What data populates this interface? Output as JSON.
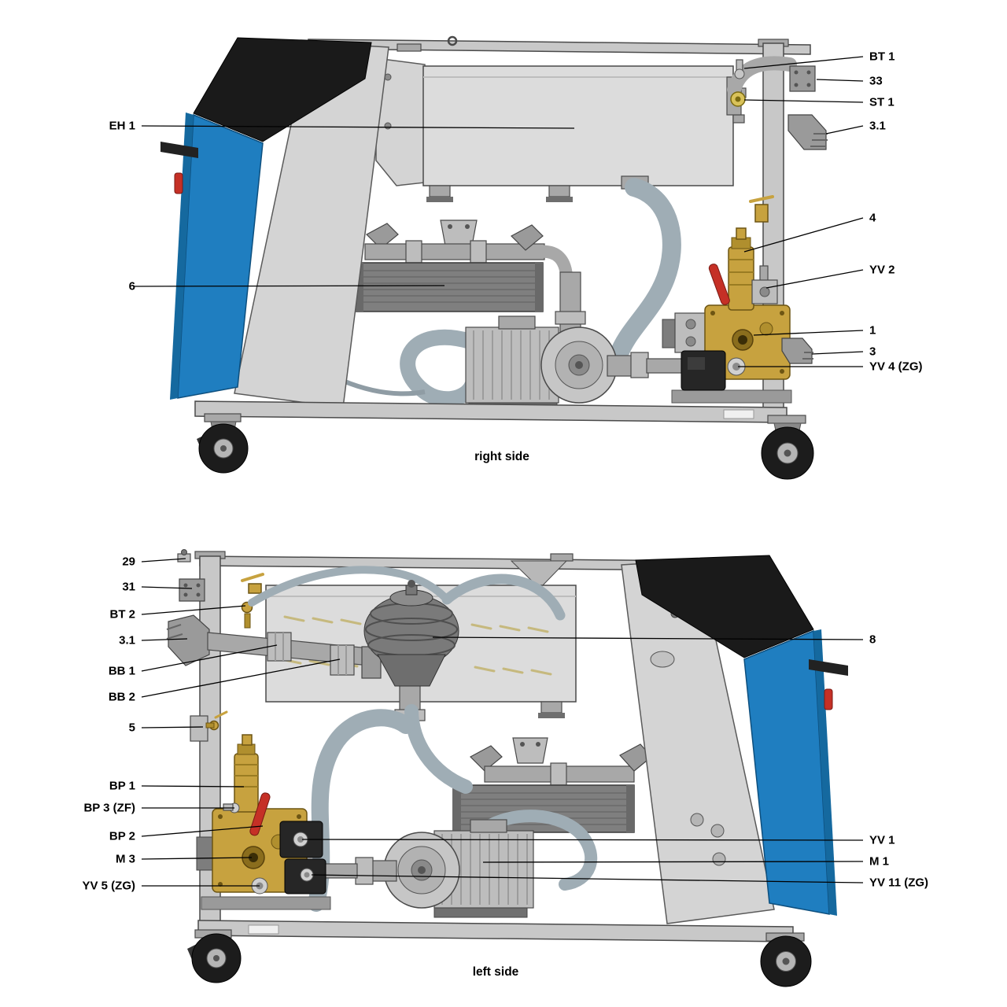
{
  "document": {
    "type": "technical-parts-diagram",
    "background": "#ffffff"
  },
  "colors": {
    "blue": "#1f7ec0",
    "blue-dark": "#15699f",
    "brass": "#c7a23f",
    "red": "#c53026",
    "hose": "#9fadb5",
    "frame": "#c8c8c8",
    "panel-black": "#1a1a1a",
    "label-text": "#000000"
  },
  "views": [
    {
      "id": "right-side",
      "caption": "right side",
      "callouts": [
        {
          "text": "EH 1"
        },
        {
          "text": "6"
        },
        {
          "text": "BT 1"
        },
        {
          "text": "33"
        },
        {
          "text": "ST 1"
        },
        {
          "text": "3.1"
        },
        {
          "text": "4"
        },
        {
          "text": "YV 2"
        },
        {
          "text": "1"
        },
        {
          "text": "3"
        },
        {
          "text": "YV 4 (ZG)"
        }
      ]
    },
    {
      "id": "left-side",
      "caption": "left side",
      "callouts": [
        {
          "text": "29"
        },
        {
          "text": "31"
        },
        {
          "text": "BT 2"
        },
        {
          "text": "3.1"
        },
        {
          "text": "BB 1"
        },
        {
          "text": "BB 2"
        },
        {
          "text": "5"
        },
        {
          "text": "BP 1"
        },
        {
          "text": "BP 3 (ZF)"
        },
        {
          "text": "BP 2"
        },
        {
          "text": "M 3"
        },
        {
          "text": "YV 5 (ZG)"
        },
        {
          "text": "8"
        },
        {
          "text": "YV 1"
        },
        {
          "text": "M 1"
        },
        {
          "text": "YV 11 (ZG)"
        }
      ]
    }
  ]
}
